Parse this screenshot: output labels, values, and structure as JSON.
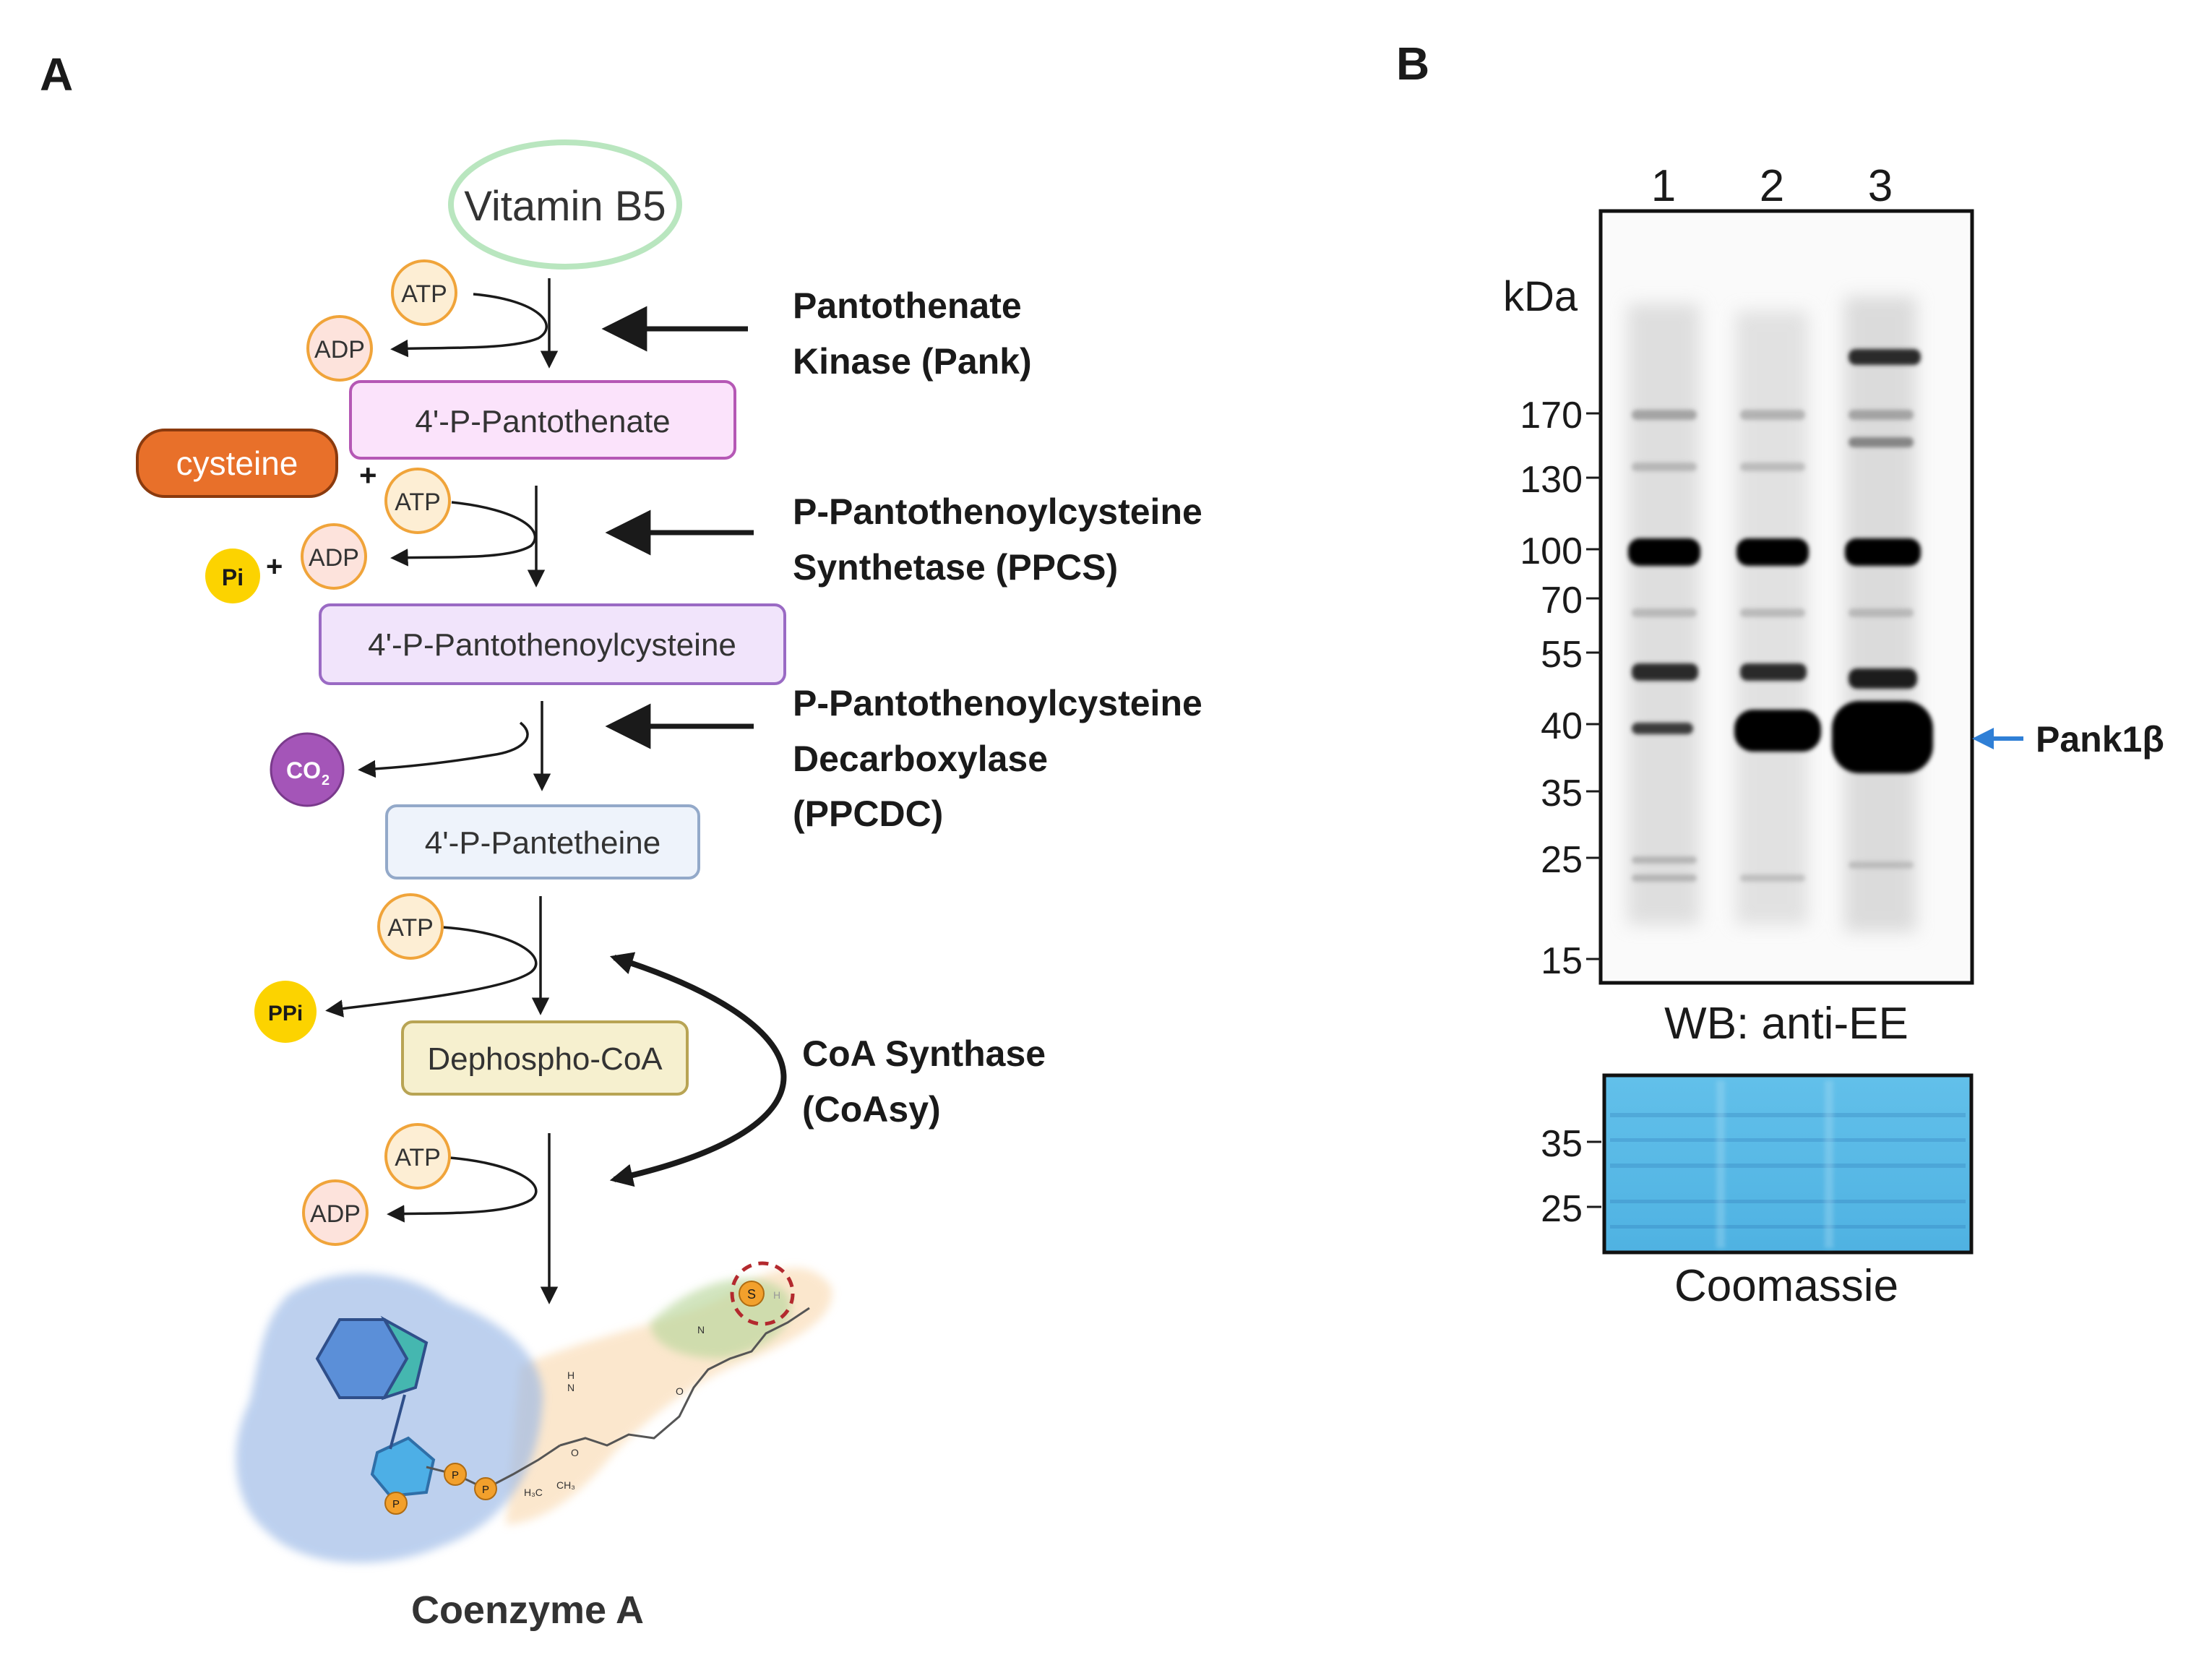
{
  "panel_a": {
    "label": "A",
    "vitamin": "Vitamin B5",
    "cofactors": {
      "atp": "ATP",
      "adp": "ADP",
      "cysteine": "cysteine",
      "pi": "Pi",
      "ppi": "PPi",
      "co2": "CO",
      "co2_sub": "2",
      "plus": "+"
    },
    "intermediates": {
      "p_pantothenate": "4'-P-Pantothenate",
      "p_pantothenoylcysteine": "4'-P-Pantothenoylcysteine",
      "p_pantetheine": "4'-P-Pantetheine",
      "dephospho_coa": "Dephospho-CoA"
    },
    "enzymes": {
      "pank_line1": "Pantothenate",
      "pank_line2": "Kinase (Pank)",
      "ppcs_line1": "P-Pantothenoylcysteine",
      "ppcs_line2": "Synthetase (PPCS)",
      "ppcdc_line1": "P-Pantothenoylcysteine",
      "ppcdc_line2": "Decarboxylase",
      "ppcdc_line3": "(PPCDC)",
      "coasy_line1": "CoA Synthase",
      "coasy_line2": "(CoAsy)"
    },
    "product": "Coenzyme A",
    "structure_atoms": {
      "phosphate": "P",
      "sulfur": "S",
      "hydrogen": "H",
      "nitrogen": "N",
      "oxygen": "O",
      "methyl_left": "H₃C",
      "methyl_right": "CH₃"
    }
  },
  "panel_b": {
    "label": "B",
    "lanes": [
      "1",
      "2",
      "3"
    ],
    "kda_label": "kDa",
    "markers": [
      "170",
      "130",
      "100",
      "70",
      "55",
      "40",
      "35",
      "25",
      "15"
    ],
    "coomassie_markers": [
      "35",
      "25"
    ],
    "blot_caption": "WB: anti-EE",
    "coomassie_caption": "Coomassie",
    "band_label": "Pank1β",
    "arrow_color": "#2f7fd6",
    "coomassie_color": "#5cbde8"
  }
}
